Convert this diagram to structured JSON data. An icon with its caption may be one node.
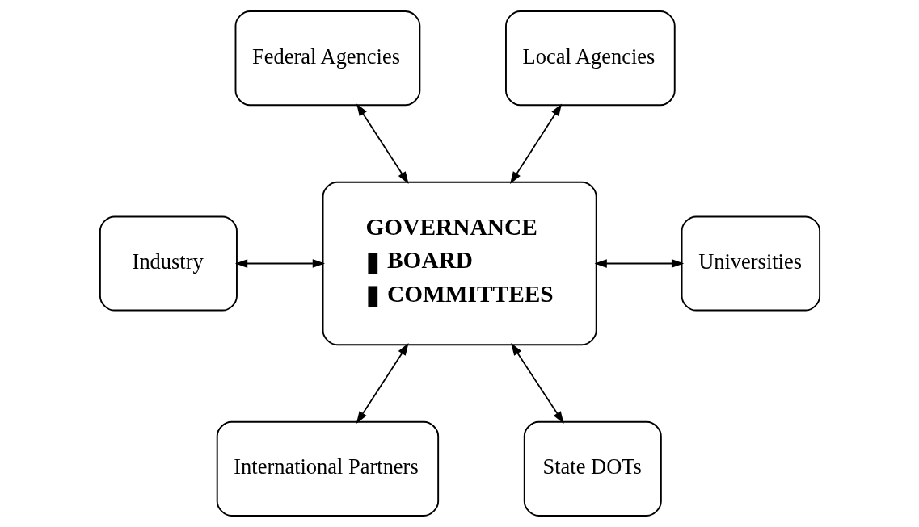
{
  "diagram": {
    "nodes": [
      {
        "text": [
          "Federal Agencies"
        ]
      },
      {
        "text": [
          "Local Agencies"
        ]
      },
      {
        "text": [
          "Industry"
        ]
      },
      {
        "text": [
          "GOVERNANCE",
          "BOARD",
          "COMMITTEES"
        ]
      },
      {
        "text": [
          "Universities"
        ]
      },
      {
        "text": [
          "International Partners"
        ]
      },
      {
        "text": [
          "State DOTs"
        ]
      }
    ],
    "edges": [
      {
        "from": 0,
        "to": 3,
        "arrow": "both"
      },
      {
        "from": 1,
        "to": 3,
        "arrow": "both"
      },
      {
        "from": 2,
        "to": 3,
        "arrow": "both"
      },
      {
        "from": 3,
        "to": 4,
        "arrow": "both"
      },
      {
        "from": 3,
        "to": 5,
        "arrow": "both"
      },
      {
        "from": 3,
        "to": 6,
        "arrow": "both"
      }
    ]
  }
}
